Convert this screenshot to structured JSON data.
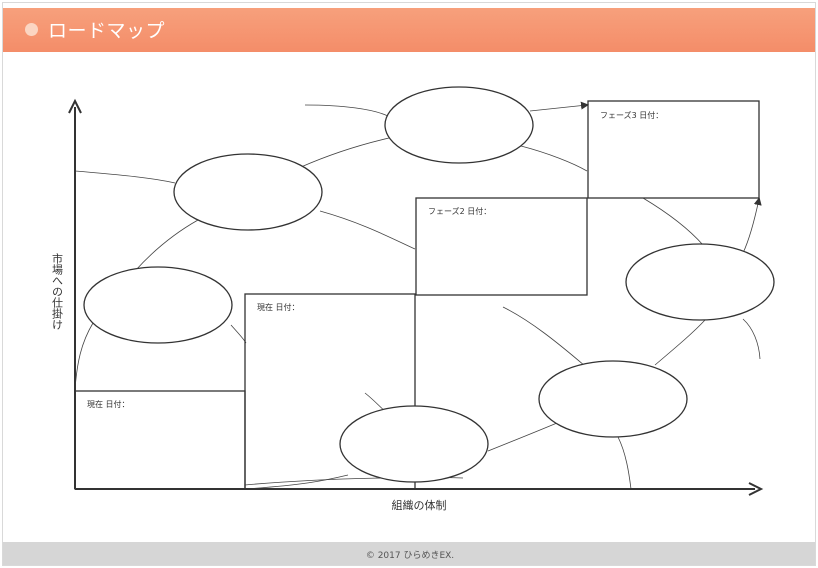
{
  "header": {
    "title": "ロードマップ"
  },
  "axes": {
    "y_label": "市場への仕掛け",
    "x_label": "組織の体制"
  },
  "boxes": {
    "now_1": "現在 日付：",
    "now_2": "現在 日付：",
    "phase_2": "フェーズ2 日付：",
    "phase_3": "フェーズ3 日付："
  },
  "footer": {
    "copyright": "© 2017 ひらめきEX."
  },
  "colors": {
    "header": "#f48d69",
    "accent_dot": "#fbd5c2",
    "line": "#333333",
    "footer": "#d6d6d6"
  }
}
